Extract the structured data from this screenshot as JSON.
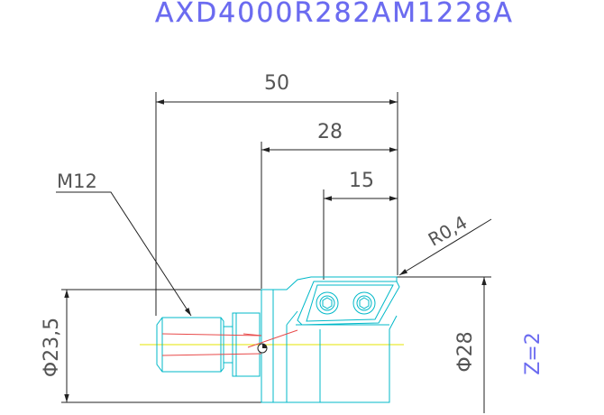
{
  "drawing": {
    "title": "AXD4000R282AM1228A",
    "dims": {
      "overall_length": "50",
      "body_length": "28",
      "insert_length": "15",
      "corner_radius": "R0,4",
      "thread": "M12",
      "neck_diameter": "Φ23,5",
      "body_diameter": "Φ28",
      "flutes": "Z=2"
    },
    "colors": {
      "title": "#6b6bf0",
      "dim_text": "#555555",
      "outline": "#00b8c8",
      "dim_line": "#222222",
      "centerline": "#e6e600",
      "hidden": "#e84a4a",
      "flutes_text": "#6b6bf0"
    }
  }
}
